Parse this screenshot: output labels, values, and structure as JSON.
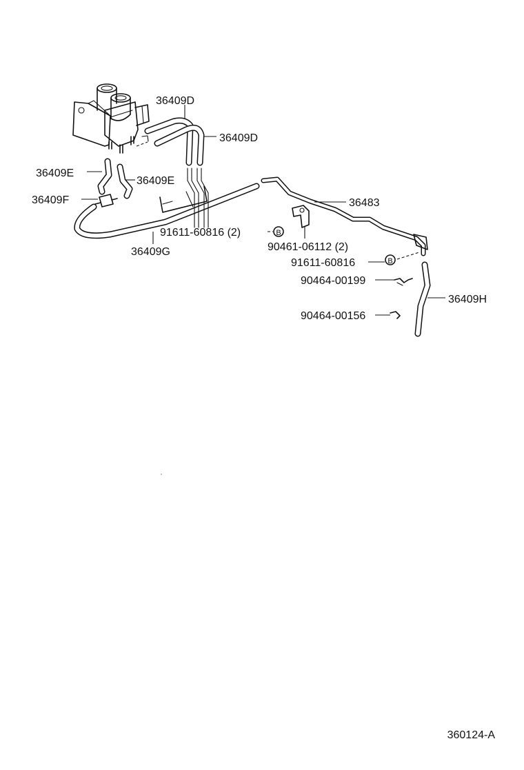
{
  "parts": {
    "p36409D_upper": "36409D",
    "p36409D_lower": "36409D",
    "p36409E_left": "36409E",
    "p36409E_right": "36409E",
    "p36409F": "36409F",
    "p36409G": "36409G",
    "p36483": "36483",
    "p91611_60816_2": "91611-60816 (2)",
    "p90461_06112_2": "90461-06112 (2)",
    "p91611_60816": "91611-60816",
    "p90464_00199": "90464-00199",
    "p90464_00156": "90464-00156",
    "p36409H": "36409H"
  },
  "symbols": {
    "bolt_marker_1": "B",
    "bolt_marker_2": "B"
  },
  "footer": {
    "diagram_code": "360124-A"
  }
}
